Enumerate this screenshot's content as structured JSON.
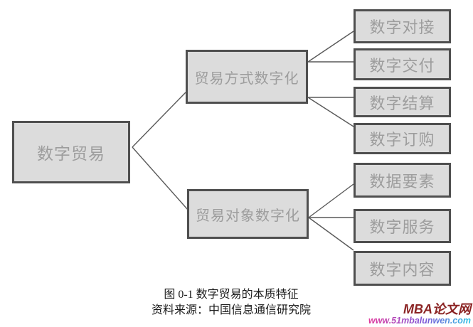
{
  "figure": {
    "root_label": "数字贸易",
    "branches": [
      {
        "label": "贸易方式数字化",
        "children": [
          "数字对接",
          "数字交付",
          "数字结算",
          "数字订购"
        ]
      },
      {
        "label": "贸易对象数字化",
        "children": [
          "数据要素",
          "数字服务",
          "数字内容"
        ]
      }
    ]
  },
  "caption": {
    "title": "图 0-1 数字贸易的本质特征",
    "source": "资料来源：中国信息通信研究院"
  },
  "watermark": {
    "name": "MBA论文网",
    "url": "www.51mbalunwen.com"
  },
  "colors": {
    "node_fill": "#dcdcdc",
    "node_border": "#4f4f4f",
    "node_text": "#9d9d9d",
    "connector_line": "#595959",
    "caption_text": "#1a1a1a",
    "watermark_name": "#8b2424",
    "watermark_url_gradient": [
      "#e23a9d",
      "#7d57d8",
      "#29c5e6"
    ]
  }
}
